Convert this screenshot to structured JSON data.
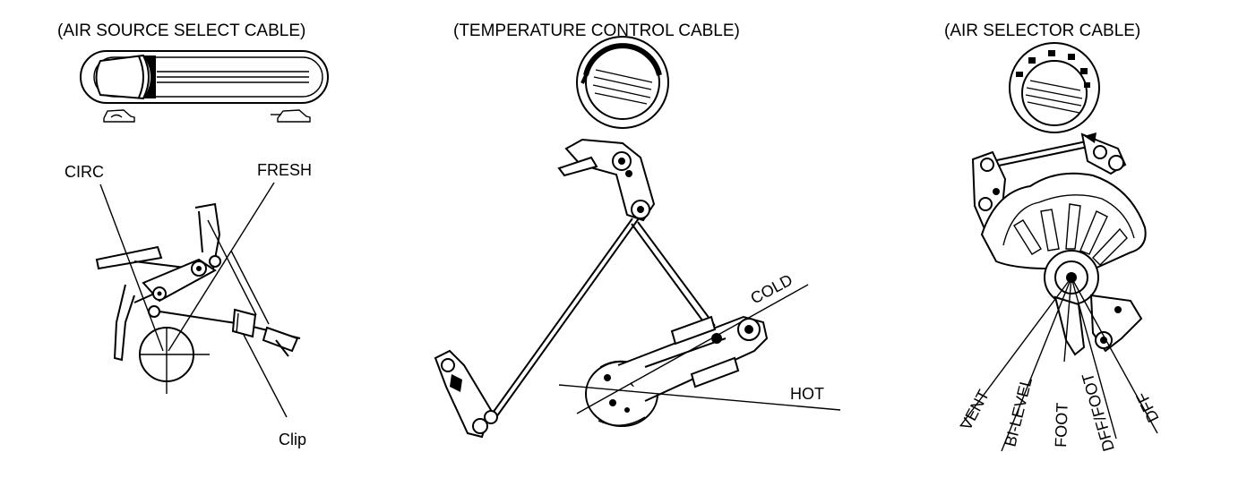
{
  "panels": {
    "air_source": {
      "title": "(AIR SOURCE SELECT CABLE)",
      "labels": {
        "circ": "CIRC",
        "fresh": "FRESH",
        "clip": "Clip"
      }
    },
    "temperature": {
      "title": "(TEMPERATURE CONTROL CABLE)",
      "labels": {
        "cold": "COLD",
        "hot": "HOT"
      }
    },
    "air_selector": {
      "title": "(AIR SELECTOR CABLE)",
      "labels": {
        "vent": "VENT",
        "bilevel": "BI-LEVEL",
        "foot": "FOOT",
        "dff_foot": "DFF/FOOT",
        "dff": "DFF"
      }
    }
  },
  "icons": {
    "recirculation": "car-recirc-icon",
    "fresh_air": "car-fresh-air-icon",
    "temperature_dial": "temperature-knob-icon",
    "mode_dial": "mode-knob-icon"
  },
  "colors": {
    "ink": "#000000",
    "paper": "#ffffff"
  }
}
